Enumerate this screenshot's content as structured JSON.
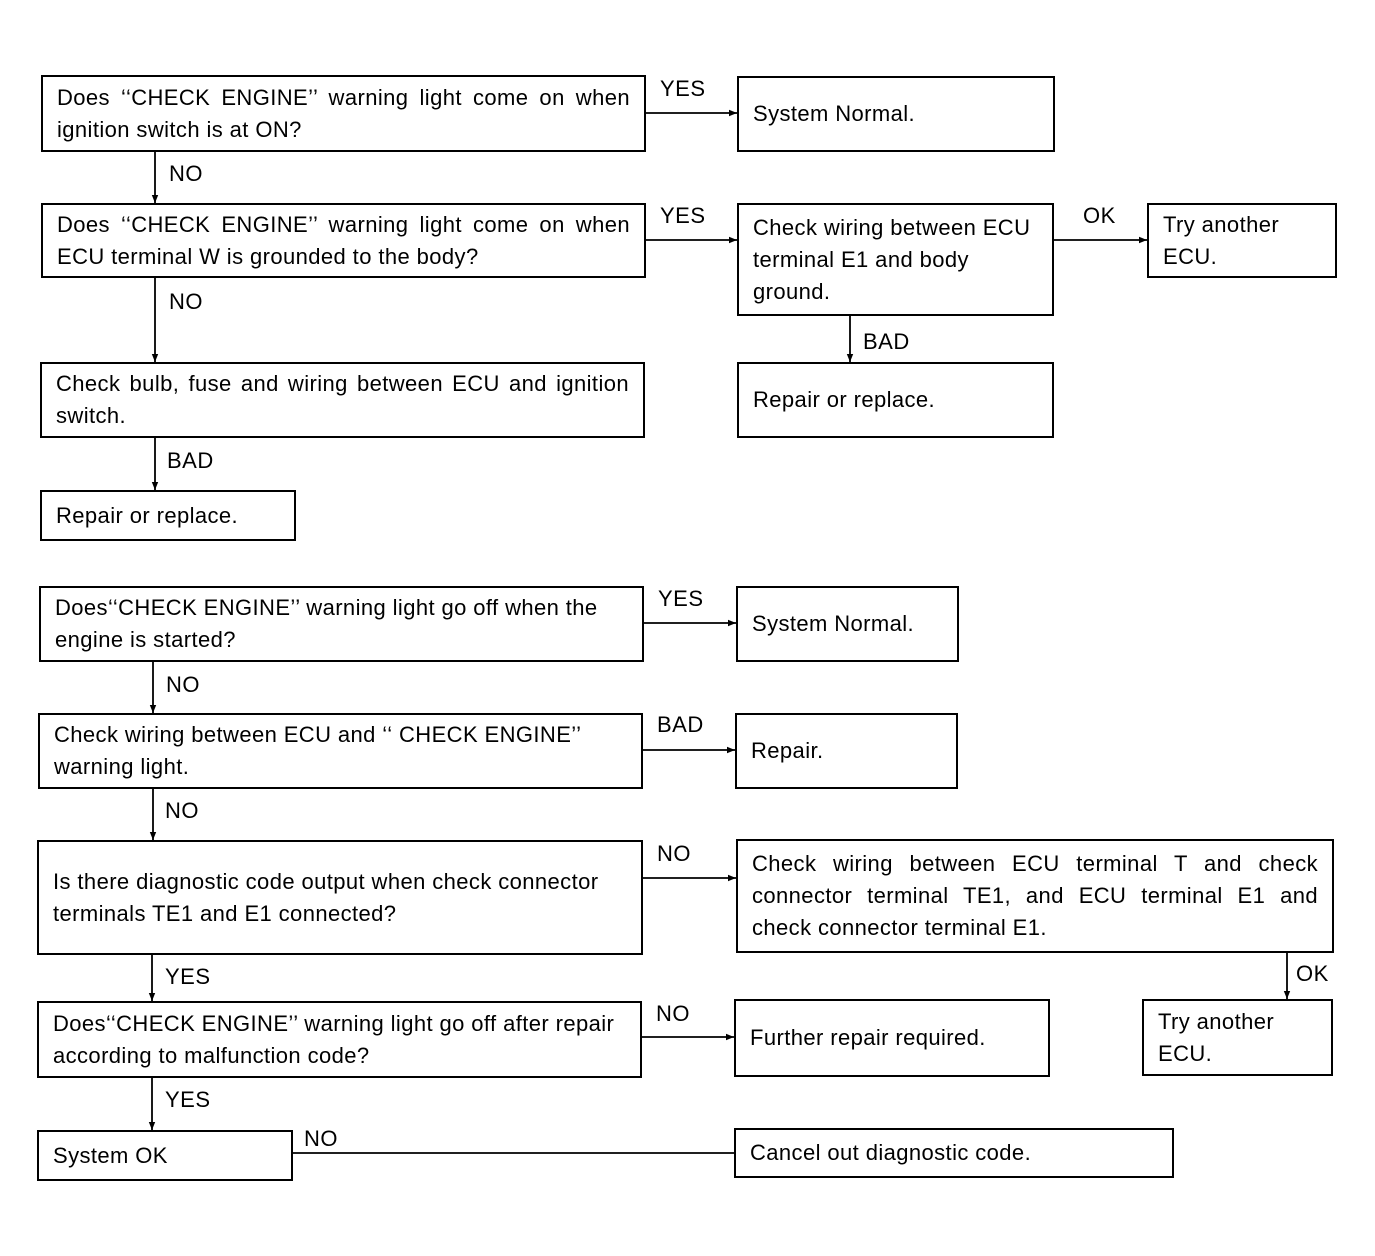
{
  "flowchart1": {
    "q1": "Does ‘‘CHECK ENGINE’’ warning light come on when ignition switch is at ON?",
    "system_normal": "System Normal.",
    "q2": "Does ‘‘CHECK ENGINE’’ warning light come on when ECU terminal W is grounded to the body?",
    "check_e1": "Check wiring between ECU terminal E1 and body ground.",
    "try_ecu": "Try another ECU.",
    "repair_replace_right": "Repair or replace.",
    "check_bulb": "Check bulb, fuse and wiring between ECU and ignition switch.",
    "repair_replace_left": "Repair or replace.",
    "label_yes_1": "YES",
    "label_no_1": "NO",
    "label_yes_2": "YES",
    "label_ok_1": "OK",
    "label_no_2": "NO",
    "label_bad_1": "BAD",
    "label_bad_2": "BAD"
  },
  "flowchart2": {
    "q1": "Does‘‘CHECK ENGINE’’ warning light go off when the engine is started?",
    "system_normal": "System Normal.",
    "check_wiring": "Check wiring between ECU and ‘‘ CHECK ENGINE’’ warning light.",
    "repair": "Repair.",
    "q_diag": "Is there diagnostic code output when check connector terminals TE1 and E1 connected?",
    "check_t": "Check wiring between ECU terminal T and check connector terminal TE1, and ECU terminal E1 and check connector terminal E1.",
    "q_off": "Does‘‘CHECK ENGINE’’ warning light go off after repair according to malfunction code?",
    "further_repair": "Further repair required.",
    "try_ecu": "Try another ECU.",
    "system_ok": "System OK",
    "cancel_code": "Cancel out diagnostic code.",
    "label_yes_1": "YES",
    "label_no_1": "NO",
    "label_bad_1": "BAD",
    "label_no_2": "NO",
    "label_no_3": "NO",
    "label_yes_2": "YES",
    "label_ok_1": "OK",
    "label_no_4": "NO",
    "label_yes_3": "YES",
    "label_no_5": "NO"
  }
}
